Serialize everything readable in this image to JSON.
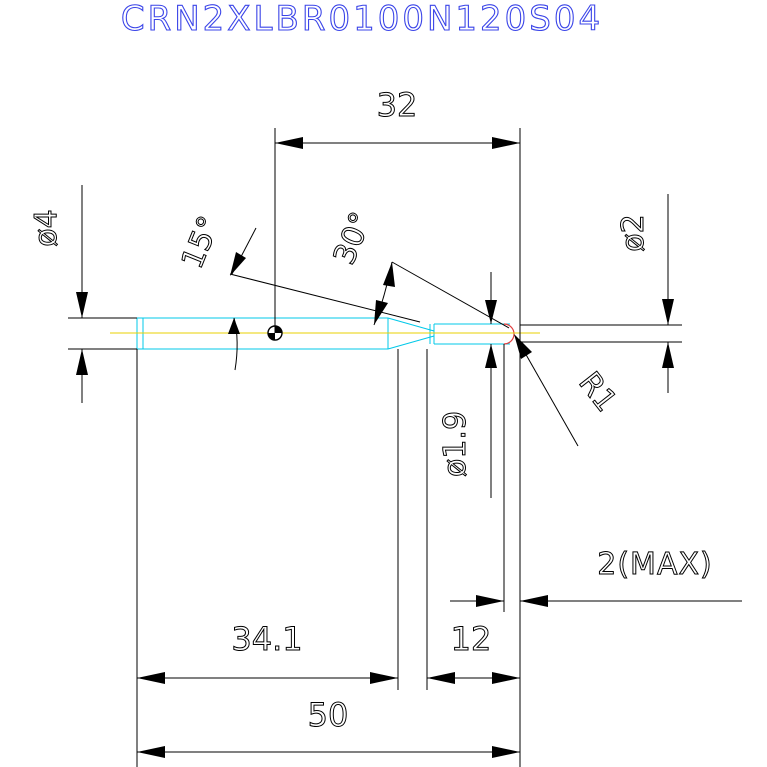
{
  "title": "CRN2XLBR0100N120S04",
  "colors": {
    "title": "#3b45e8",
    "line": "#000000",
    "tool_outline": "#00c8e8",
    "centerline": "#e8d000",
    "tip": "#e04040"
  },
  "dimensions": {
    "overall_length": "50",
    "shank_length": "34.1",
    "neck_length": "12",
    "tip_to_center": "32",
    "shank_diameter": "ø4",
    "tip_diameter": "ø2",
    "neck_diameter": "ø1.9",
    "radius": "R1",
    "max_tolerance": "2(MAX)",
    "angle_shank": "15°",
    "angle_neck": "30°"
  }
}
